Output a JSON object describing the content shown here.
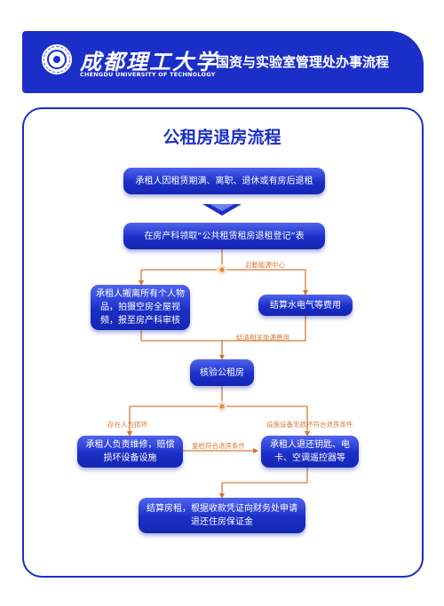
{
  "header": {
    "school_name_cn": "成都理工大学",
    "school_name_en": "CHENGDU UNIVERSITY OF TECHNOLOGY",
    "title": "国资与实验室管理处办事流程"
  },
  "page": {
    "title": "公租房退房流程"
  },
  "steps": {
    "s1": "承租人因租赁期满、离职、退休或有房后退租",
    "s2": "在房产科领取“公共租赁租房退租登记”表",
    "s3a": "承租人搬离所有个人物品，拍摄空房全屋视频，报至房产科审核",
    "s3b": "结算水电气等费用",
    "s4": "核验公租房",
    "s5a": "承租人负责维修，赔偿损坏设备设施",
    "s5b": "承租人退还钥匙、电卡、空调遥控器等",
    "s6": "结算房租，根据收款凭证向财务处申请退还住房保证金"
  },
  "labels": {
    "start_energy": "启動能源中心",
    "energy_done": "结清相关能源费用",
    "damaged": "存在人为损坏",
    "recheck": "复检符合退房条件",
    "no_damage": "设施设备无损坏符合退房条件"
  },
  "colors": {
    "primary": "#1b2fc8",
    "connector": "#d77a34"
  }
}
